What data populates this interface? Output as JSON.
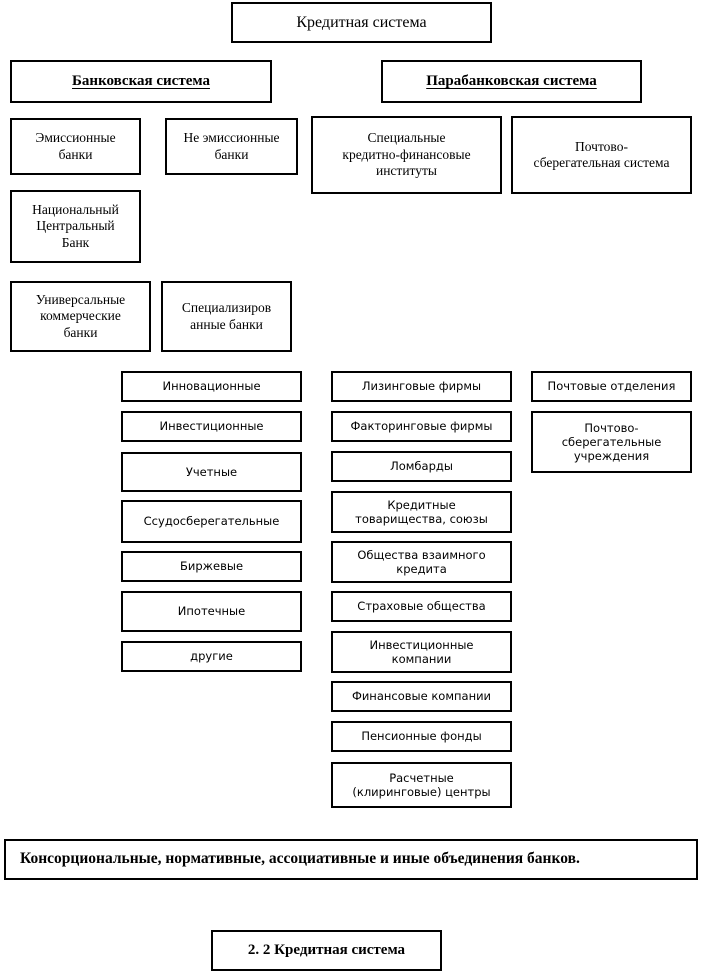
{
  "title_box": {
    "label": "Кредитная система"
  },
  "systems": [
    {
      "label": "Банковская система"
    },
    {
      "label": "Парабанковская система"
    }
  ],
  "tier_boxes": [
    {
      "label": "Эмиссионные\nбанки"
    },
    {
      "label": "Не эмиссионные\nбанки"
    },
    {
      "label": "Специальные\nкредитно-финансовые\nинституты"
    },
    {
      "label": "Почтово-\nсберегательная система"
    },
    {
      "label": "Национальный\nЦентральный\nБанк"
    },
    {
      "label": "Универсальные\nкоммерческие\nбанки"
    },
    {
      "label": "Специализиров\nанные банки"
    }
  ],
  "column_banks": {
    "items": [
      {
        "label": "Инновационные"
      },
      {
        "label": "Инвестиционные"
      },
      {
        "label": "Учетные"
      },
      {
        "label": "Ссудосберегательные"
      },
      {
        "label": "Биржевые"
      },
      {
        "label": "Ипотечные"
      },
      {
        "label": "другие"
      }
    ]
  },
  "column_institutions": {
    "items": [
      {
        "label": "Лизинговые фирмы"
      },
      {
        "label": "Факторинговые фирмы"
      },
      {
        "label": "Ломбарды"
      },
      {
        "label": "Кредитные\nтоварищества, союзы"
      },
      {
        "label": "Общества взаимного\nкредита"
      },
      {
        "label": "Страховые общества"
      },
      {
        "label": "Инвестиционные\nкомпании"
      },
      {
        "label": "Финансовые компании"
      },
      {
        "label": "Пенсионные фонды"
      },
      {
        "label": "Расчетные\n(клиринговые) центры"
      }
    ]
  },
  "column_postal": {
    "items": [
      {
        "label": "Почтовые отделения"
      },
      {
        "label": "Почтово-\nсберегательные\nучреждения"
      }
    ]
  },
  "associations_box": {
    "label": "Консорциональные, нормативные, ассоциативные и иные объединения банков."
  },
  "footer_box": {
    "label": "2. 2 Кредитная система"
  },
  "colors": {
    "background": "#ffffff",
    "stroke": "#000000",
    "text": "#000000"
  }
}
